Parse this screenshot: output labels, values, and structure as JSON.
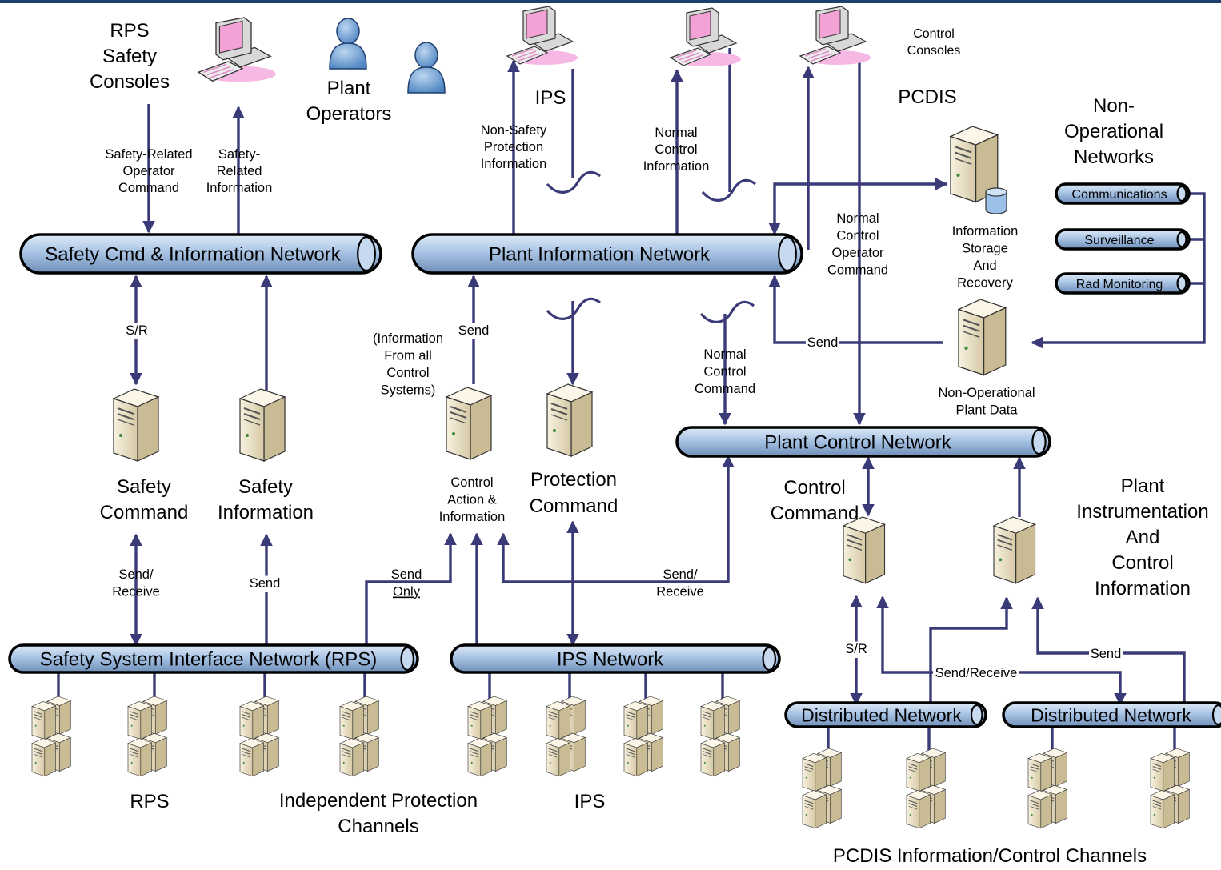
{
  "colors": {
    "line": "#3a3a78",
    "pipe_fill": "#a9c4e4",
    "pipe_stroke": "#000000",
    "top_bar": "#1f3f6e",
    "console_pink": "#f2b3df",
    "person_blue": "#6a9fd3",
    "server_beige": "#ece3cb"
  },
  "labels": {
    "rps_safety_consoles": [
      "RPS",
      "Safety",
      "Consoles"
    ],
    "plant_operators": [
      "Plant",
      "Operators"
    ],
    "ips_top": "IPS",
    "control_consoles": [
      "Control",
      "Consoles"
    ],
    "pcdis": "PCDIS",
    "non_operational_networks": [
      "Non-",
      "Operational",
      "Networks"
    ],
    "safety_related_operator_command": [
      "Safety-Related",
      "Operator",
      "Command"
    ],
    "safety_related_information": [
      "Safety-",
      "Related",
      "Information"
    ],
    "non_safety_protection_information": [
      "Non-Safety",
      "Protection",
      "Information"
    ],
    "normal_control_information": [
      "Normal",
      "Control",
      "Information"
    ],
    "normal_control_operator_command": [
      "Normal",
      "Control",
      "Operator",
      "Command"
    ],
    "information_storage": [
      "Information",
      "Storage",
      "And",
      "Recovery"
    ],
    "sr_left": "S/R",
    "send_info": "Send",
    "information_from_all": [
      "(Information",
      "From all",
      "Control",
      "Systems)"
    ],
    "normal_control_command": [
      "Normal",
      "Control",
      "Command"
    ],
    "send_nonop": "Send",
    "non_operational_plant_data": [
      "Non-Operational",
      "Plant Data"
    ],
    "safety_command": [
      "Safety",
      "Command"
    ],
    "safety_information": [
      "Safety",
      "Information"
    ],
    "control_action_information": [
      "Control",
      "Action &",
      "Information"
    ],
    "protection_command": [
      "Protection",
      "Command"
    ],
    "control_command": [
      "Control",
      "Command"
    ],
    "plant_ic_information": [
      "Plant",
      "Instrumentation",
      "And",
      "Control",
      "Information"
    ],
    "send_receive_left": [
      "Send/",
      "Receive"
    ],
    "send_safety_info": "Send",
    "send_only": [
      "Send",
      "Only"
    ],
    "send_receive_mid": [
      "Send/",
      "Receive"
    ],
    "sr_right": "S/R",
    "send_receive_dist": "Send/Receive",
    "send_dist": "Send",
    "rps_bottom": "RPS",
    "independent_protection_channels": [
      "Independent Protection",
      "Channels"
    ],
    "ips_bottom": "IPS",
    "pcdis_channels": "PCDIS Information/Control Channels"
  },
  "networks": {
    "safety_cmd": "Safety Cmd & Information Network",
    "plant_info": "Plant Information Network",
    "plant_control": "Plant Control Network",
    "ssin": "Safety System Interface Network (RPS)",
    "ips_network": "IPS Network",
    "distributed_1": "Distributed Network",
    "distributed_2": "Distributed Network",
    "communications": "Communications",
    "surveillance": "Surveillance",
    "rad_monitoring": "Rad Monitoring"
  }
}
